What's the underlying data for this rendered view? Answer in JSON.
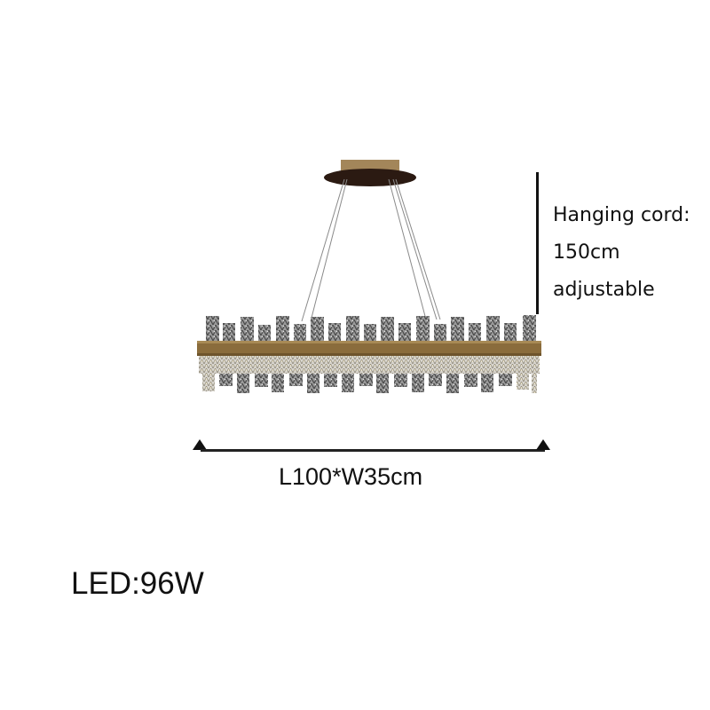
{
  "product": {
    "type": "rectangular crystal chandelier",
    "colors": {
      "frame_gold": "#8a6c3c",
      "canopy_dark": "#2b1a12",
      "canopy_plate": "#a3865a",
      "crystal_dark": "#5a5a5a",
      "crystal_light": "#cfcfcf",
      "annotation": "#111111"
    }
  },
  "annotations": {
    "hanging_cord": {
      "lines": [
        "Hanging cord:",
        "150cm",
        "adjustable"
      ]
    },
    "dimensions": {
      "label": "L100*W35cm"
    },
    "power": {
      "label": "LED:96W"
    }
  }
}
